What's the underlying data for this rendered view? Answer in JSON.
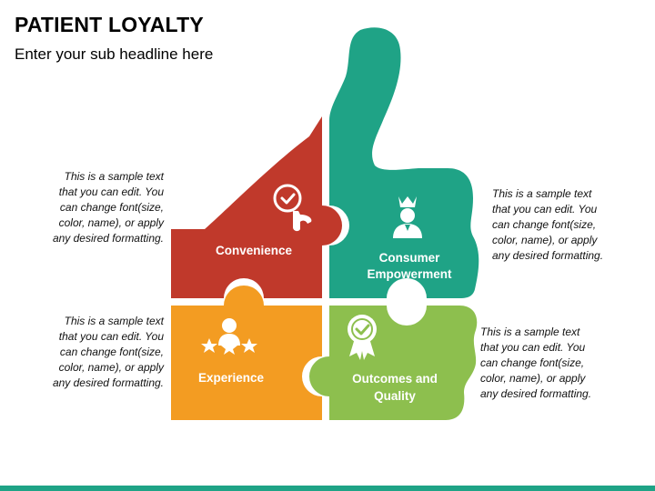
{
  "header": {
    "title": "PATIENT LOYALTY",
    "subtitle": "Enter your sub headline here"
  },
  "pieces": {
    "convenience": {
      "label": "Convenience",
      "color": "#c0392b",
      "icon": "click-check-icon"
    },
    "consumer": {
      "label_line1": "Consumer",
      "label_line2": "Empowerment",
      "color": "#1fa386",
      "icon": "crowned-person-icon"
    },
    "experience": {
      "label": "Experience",
      "color": "#f39c22",
      "icon": "person-stars-icon"
    },
    "outcomes": {
      "label_line1": "Outcomes and",
      "label_line2": "Quality",
      "color": "#8dbf4e",
      "icon": "award-badge-icon"
    }
  },
  "descriptions": {
    "top_left": {
      "line1": "This is a sample text",
      "line2": "that you can edit. You",
      "line3": "can change font(size,",
      "line4": "color, name), or apply",
      "line5": "any desired formatting."
    },
    "top_right": {
      "line1": "This is a sample text",
      "line2": "that you can edit. You",
      "line3": "can change font(size,",
      "line4": "color, name), or apply",
      "line5": "any desired formatting."
    },
    "bottom_left": {
      "line1": "This is a sample text",
      "line2": "that you can edit. You",
      "line3": "can change font(size,",
      "line4": "color, name), or apply",
      "line5": "any desired formatting."
    },
    "bottom_right": {
      "line1": "This is a sample text",
      "line2": "that you can edit. You",
      "line3": "can change font(size,",
      "line4": "color, name), or apply",
      "line5": "any desired formatting."
    }
  }
}
